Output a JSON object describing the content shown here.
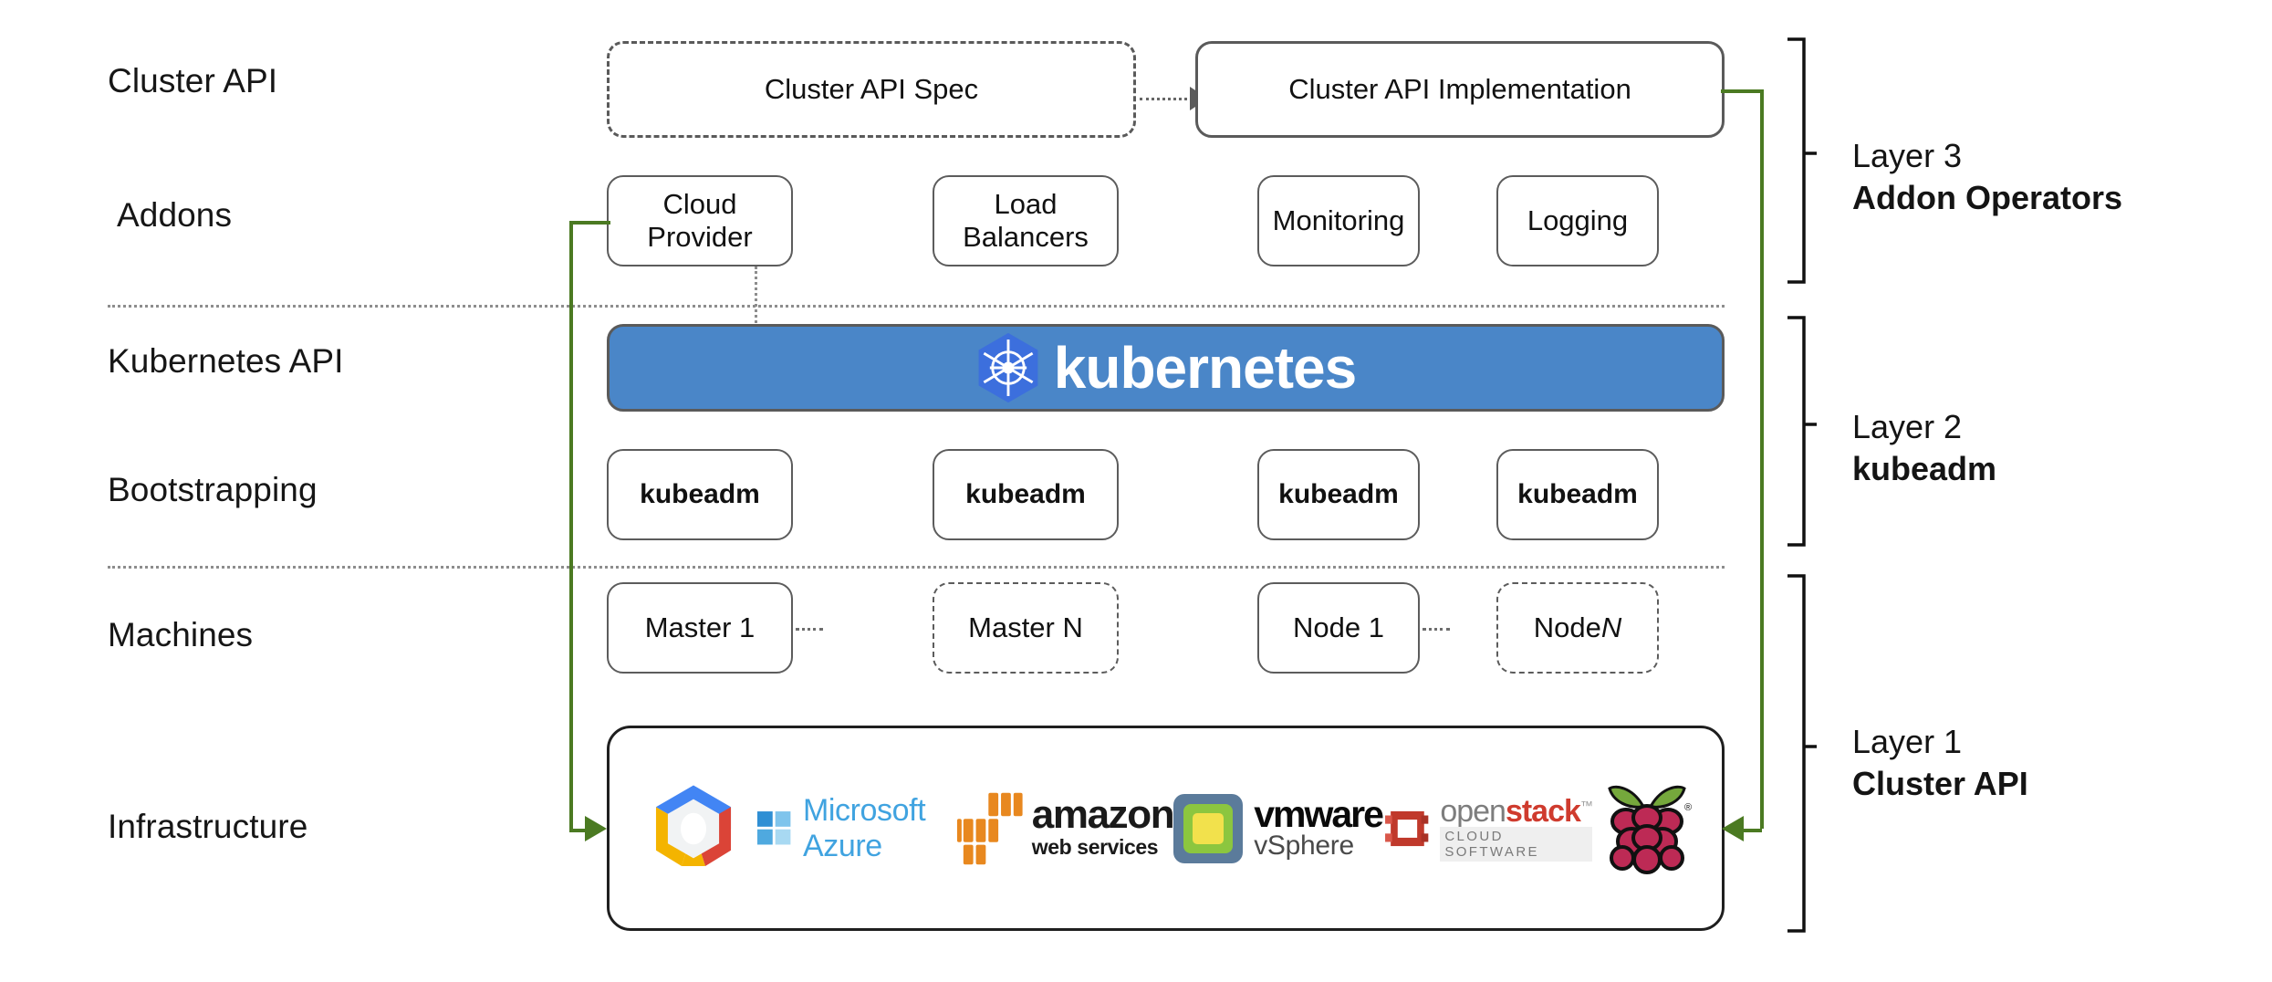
{
  "diagram": {
    "title": "Kubernetes Cluster API layered architecture",
    "accent_green": "#4b7a22",
    "k8s_blue": "#4a86c8"
  },
  "row_labels": [
    {
      "id": "cluster-api",
      "text": "Cluster API"
    },
    {
      "id": "addons",
      "text": "Addons"
    },
    {
      "id": "kubernetes-api",
      "text": "Kubernetes API"
    },
    {
      "id": "bootstrapping",
      "text": "Bootstrapping"
    },
    {
      "id": "machines",
      "text": "Machines"
    },
    {
      "id": "infrastructure",
      "text": "Infrastructure"
    }
  ],
  "cluster_api_row": {
    "spec_label": "Cluster API Spec",
    "implementation_label": "Cluster API Implementation"
  },
  "addons_row": {
    "items": [
      {
        "label": "Cloud Provider"
      },
      {
        "label": "Load Balancers"
      },
      {
        "label": "Monitoring"
      },
      {
        "label": "Logging"
      }
    ]
  },
  "kubernetes_banner": {
    "wordmark": "kubernetes",
    "logo_name": "kubernetes-helm-logo"
  },
  "bootstrapping_row": {
    "items": [
      {
        "label": "kubeadm"
      },
      {
        "label": "kubeadm"
      },
      {
        "label": "kubeadm"
      },
      {
        "label": "kubeadm"
      }
    ]
  },
  "machines_row": {
    "items": [
      {
        "label": "Master 1",
        "style": "solid"
      },
      {
        "label": "Master N",
        "style": "dashed"
      },
      {
        "label": "Node 1",
        "style": "solid"
      },
      {
        "label": "Node N",
        "style": "dashed",
        "italic_suffix": "N",
        "prefix": "Node "
      }
    ]
  },
  "infrastructure_row": {
    "providers": [
      {
        "name": "google-cloud-platform-logo",
        "label": ""
      },
      {
        "name": "microsoft-azure-logo",
        "label": "Microsoft Azure"
      },
      {
        "name": "amazon-web-services-logo",
        "label": "amazon",
        "sublabel": "web services"
      },
      {
        "name": "vmware-vsphere-logo",
        "label": "vmware",
        "sublabel": "vSphere"
      },
      {
        "name": "openstack-logo",
        "label_light": "open",
        "label_bold": "stack",
        "sublabel": "CLOUD SOFTWARE"
      },
      {
        "name": "raspberry-pi-logo",
        "label": ""
      }
    ]
  },
  "layers": [
    {
      "id": "layer-3",
      "title": "Layer 3",
      "subtitle": "Addon Operators"
    },
    {
      "id": "layer-2",
      "title": "Layer 2",
      "subtitle": "kubeadm"
    },
    {
      "id": "layer-1",
      "title": "Layer 1",
      "subtitle": "Cluster API"
    }
  ]
}
